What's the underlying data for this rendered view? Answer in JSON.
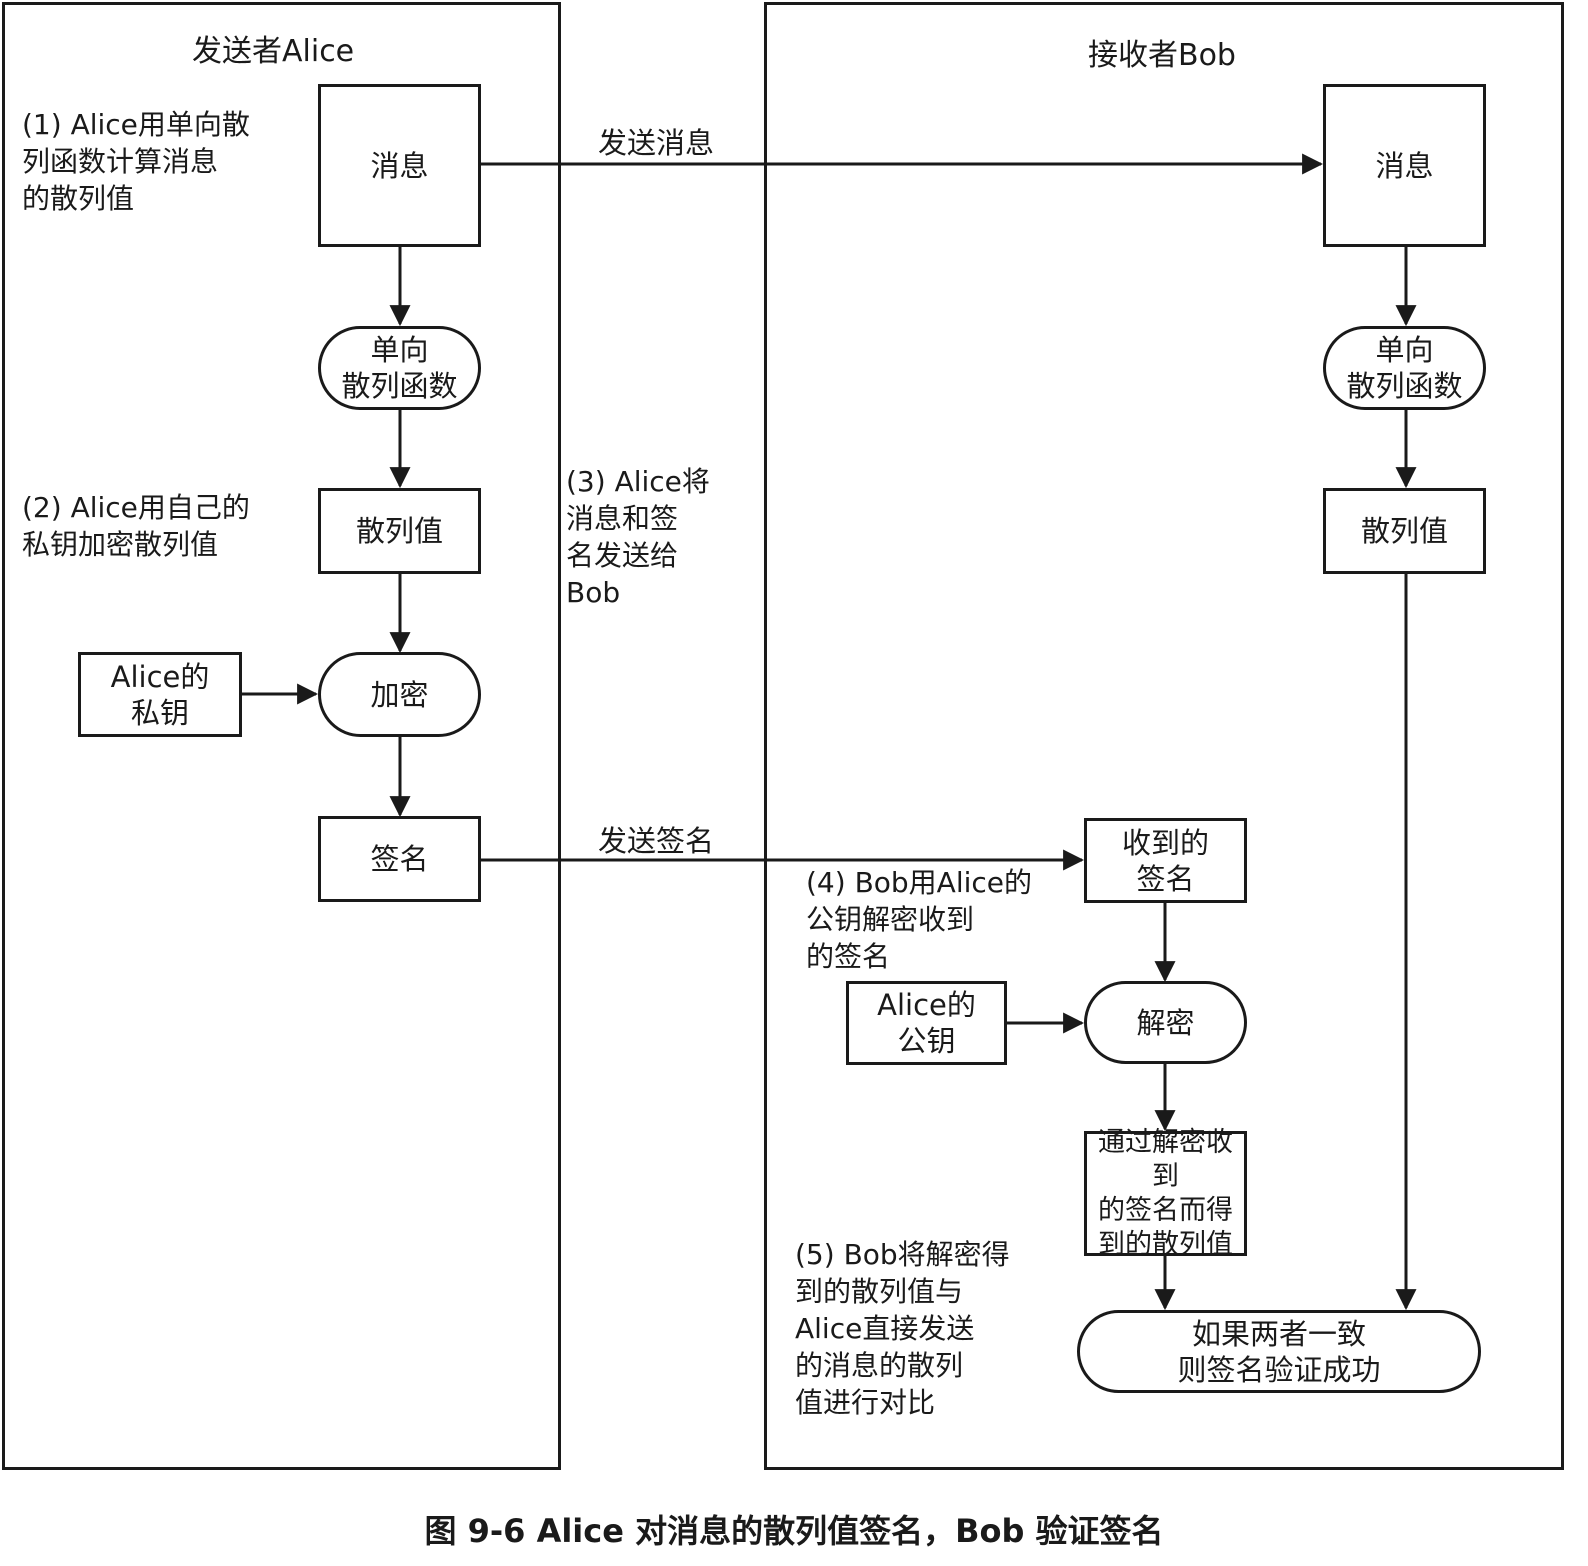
{
  "lanes": {
    "sender": "发送者Alice",
    "receiver": "接收者Bob"
  },
  "sender_nodes": {
    "message": "消息",
    "hash_func": "单向\n散列函数",
    "hash_value": "散列值",
    "private_key": "Alice的\n私钥",
    "encrypt": "加密",
    "signature": "签名"
  },
  "receiver_nodes": {
    "message": "消息",
    "hash_func": "单向\n散列函数",
    "hash_value": "散列值",
    "received_sig": "收到的\n签名",
    "public_key": "Alice的\n公钥",
    "decrypt": "解密",
    "decrypted_hash": "通过解密收到\n的签名而得\n到的散列值",
    "result": "如果两者一致\n则签名验证成功"
  },
  "edge_labels": {
    "send_message": "发送消息",
    "send_signature": "发送签名"
  },
  "steps": {
    "step1": "(1) Alice用单向散\n     列函数计算消息\n     的散列值",
    "step2": "(2) Alice用自己的\n     私钥加密散列值",
    "step3": "(3) Alice将\n     消息和签\n     名发送给\n     Bob",
    "step4": "(4) Bob用Alice的\n     公钥解密收到\n     的签名",
    "step5": "(5) Bob将解密得\n     到的散列值与\n     Alice直接发送\n     的消息的散列\n     值进行对比"
  },
  "caption": "图 9-6   Alice 对消息的散列值签名，Bob 验证签名"
}
